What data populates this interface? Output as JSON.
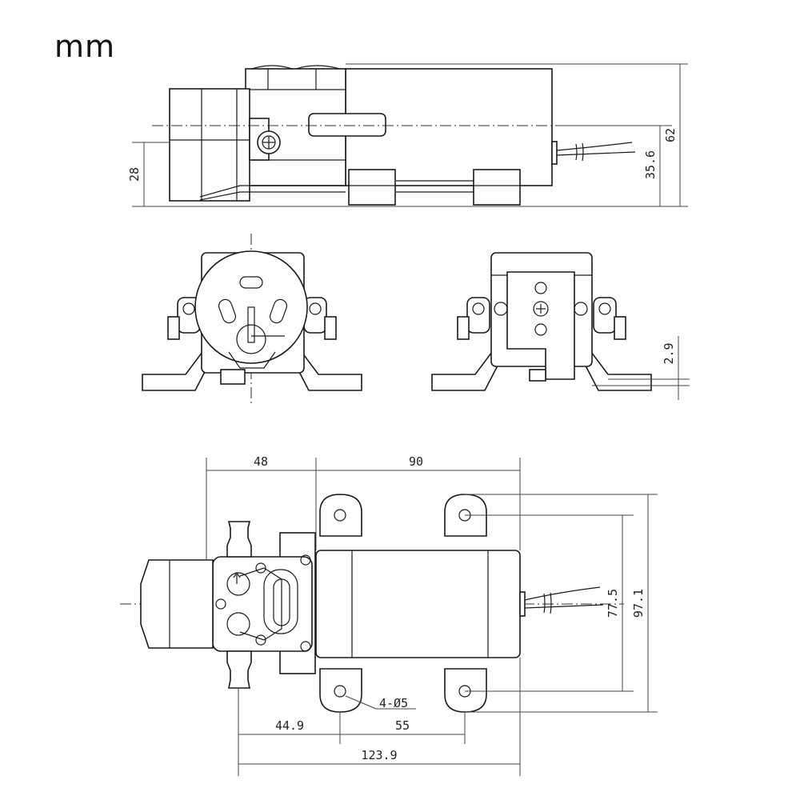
{
  "unit": "mm",
  "dimensions": {
    "side_height_28": "28",
    "side_height_35_6": "35.6",
    "side_height_62": "62",
    "back_offset_2_9": "2.9",
    "top_width_48": "48",
    "top_width_90": "90",
    "top_holes_77_5": "77.5",
    "top_width_97_1": "97.1",
    "hole_callout": "4-Ø5",
    "bottom_44_9": "44.9",
    "bottom_55": "55",
    "bottom_123_9": "123.9"
  },
  "colors": {
    "line": "#1a1a1a",
    "background": "#ffffff"
  }
}
